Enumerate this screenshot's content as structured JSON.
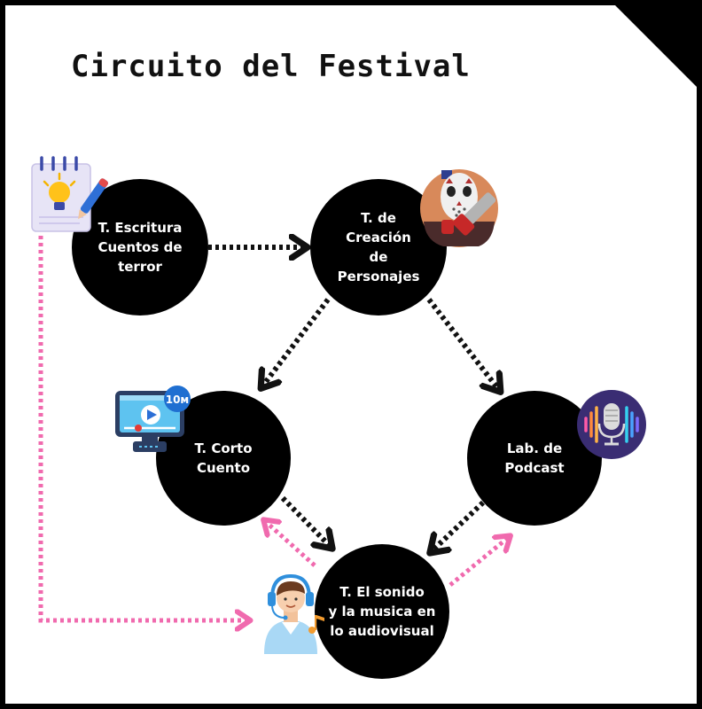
{
  "title": "Circuito del Festival",
  "nodes": {
    "escritura": "T. Escritura\nCuentos de\nterror",
    "personajes": "T. de\nCreación\nde\nPersonajes",
    "corto": "T. Corto\nCuento",
    "podcast": "Lab. de\nPodcast",
    "sonido": "T. El sonido\ny la musica en\nlo audiovisual"
  },
  "icons": {
    "escritura": "notepad-lightbulb-icon",
    "personajes": "hockey-mask-chainsaw-icon",
    "corto": "video-monitor-icon",
    "podcast": "podcast-microphone-icon",
    "sonido": "headphones-listener-icon"
  },
  "video_badge": "10м",
  "colors": {
    "node": "#000000",
    "arrow_black": "#111111",
    "arrow_pink": "#f06aae",
    "background": "#ffffff",
    "frame": "#000000"
  }
}
